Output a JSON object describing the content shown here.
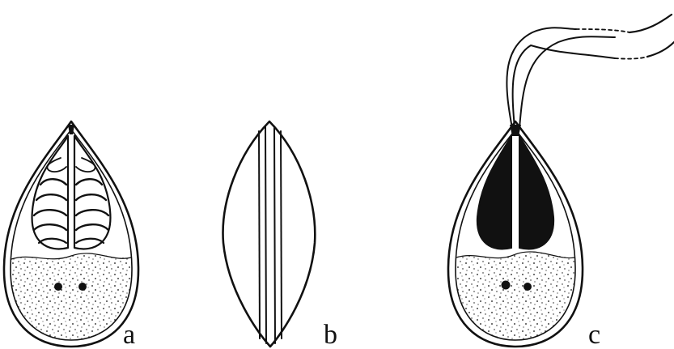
{
  "figure": {
    "panels": [
      {
        "id": "a",
        "label": "a",
        "drawing": "spore-with-coiled-polar-capsules"
      },
      {
        "id": "b",
        "label": "b",
        "drawing": "spore-side-view-sutural-line"
      },
      {
        "id": "c",
        "label": "c",
        "drawing": "spore-with-extruded-polar-filaments"
      }
    ],
    "colors": {
      "ink": "#111111",
      "background": "#ffffff"
    }
  }
}
